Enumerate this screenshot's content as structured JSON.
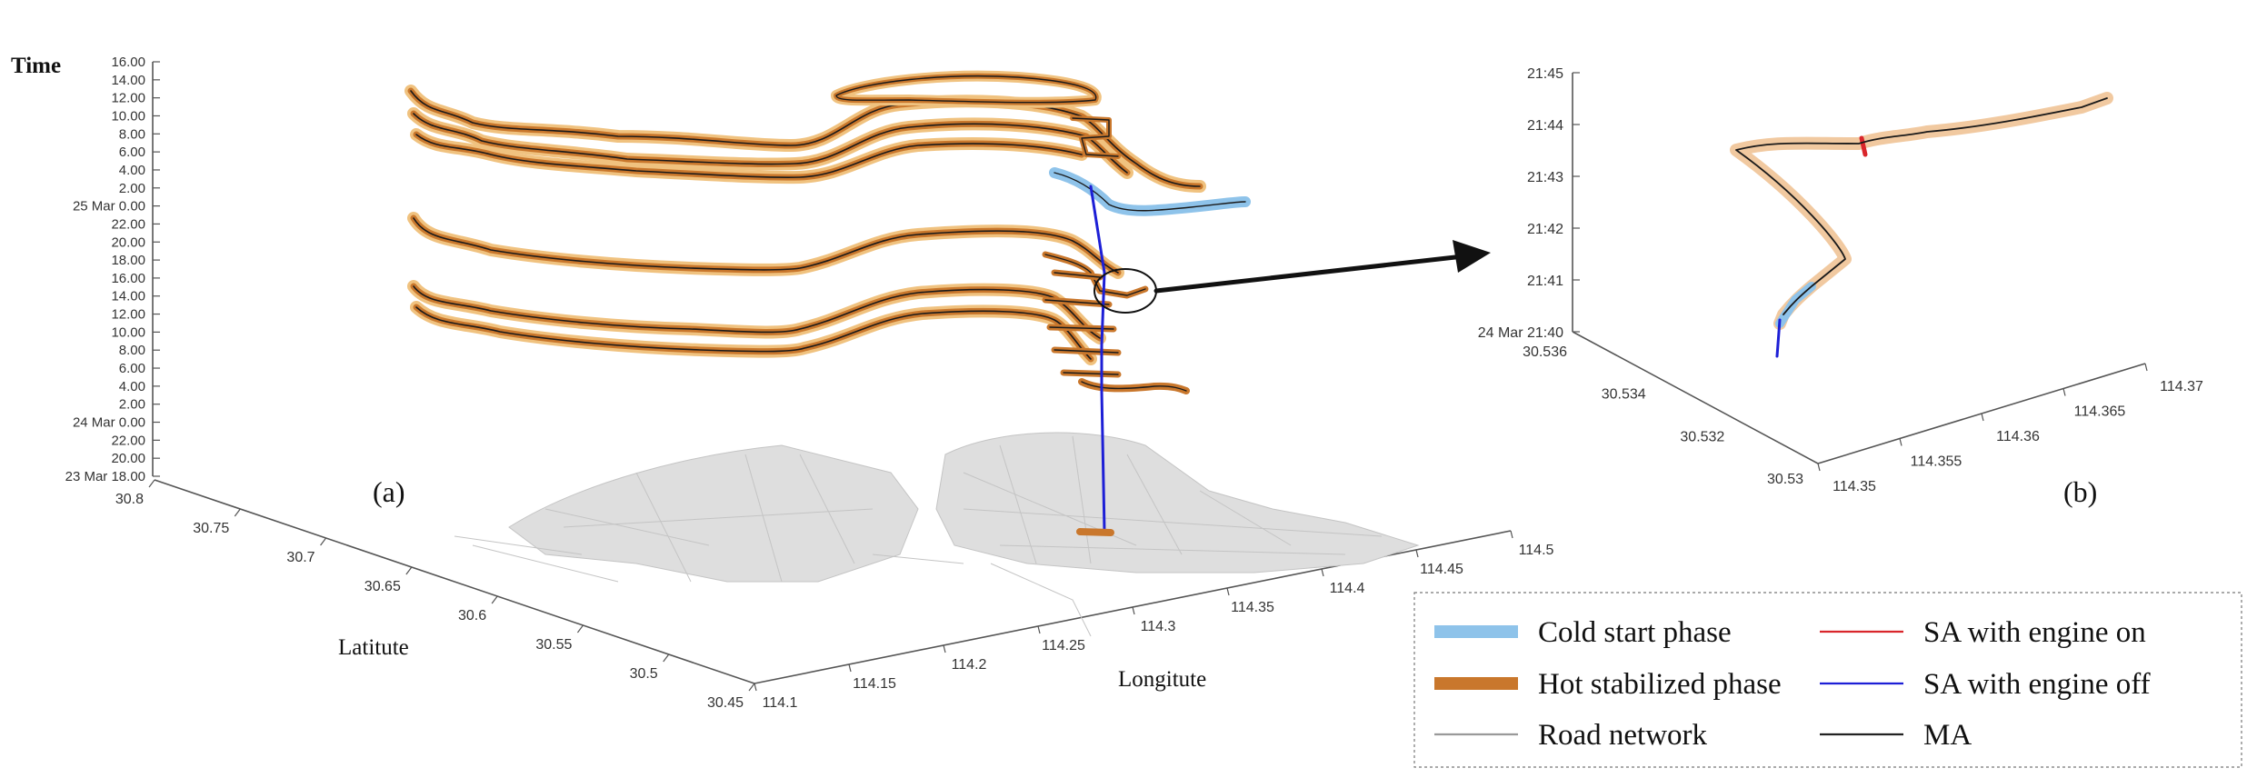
{
  "panel_a": {
    "label": "(a)",
    "z_title": "Time",
    "z_ticks": [
      "16.00",
      "14.00",
      "12.00",
      "10.00",
      "8.00",
      "6.00",
      "4.00",
      "2.00",
      "25 Mar 0.00",
      "22.00",
      "20.00",
      "18.00",
      "16.00",
      "14.00",
      "12.00",
      "10.00",
      "8.00",
      "6.00",
      "4.00",
      "2.00",
      "24 Mar 0.00",
      "22.00",
      "20.00",
      "23 Mar 18.00"
    ],
    "lat_label": "Latitute",
    "lat_ticks": [
      "30.8",
      "30.75",
      "30.7",
      "30.65",
      "30.6",
      "30.55",
      "30.5",
      "30.45"
    ],
    "lon_label": "Longitute",
    "lon_ticks": [
      "114.1",
      "114.15",
      "114.2",
      "114.25",
      "114.3",
      "114.35",
      "114.4",
      "114.45",
      "114.5"
    ]
  },
  "panel_b": {
    "label": "(b)",
    "z_ticks": [
      "21:45",
      "21:44",
      "21:43",
      "21:42",
      "21:41",
      "24 Mar 21:40"
    ],
    "lat_ticks": [
      "30.536",
      "30.534",
      "30.532",
      "30.53"
    ],
    "lon_ticks": [
      "114.35",
      "114.355",
      "114.36",
      "114.365",
      "114.37"
    ]
  },
  "legend": {
    "items": [
      {
        "label": "Cold start phase",
        "color": "#8ec3ea",
        "style": "thick"
      },
      {
        "label": "SA with engine on",
        "color": "#d9262b",
        "style": "thin"
      },
      {
        "label": "Hot stabilized phase",
        "color": "#c9772c",
        "style": "thick"
      },
      {
        "label": "SA with engine off",
        "color": "#1d1fd6",
        "style": "thin"
      },
      {
        "label": "Road network",
        "color": "#999999",
        "style": "thin"
      },
      {
        "label": "MA",
        "color": "#222222",
        "style": "thin"
      }
    ]
  },
  "colors": {
    "cold": "#8ec3ea",
    "hot": "#c9772c",
    "hot_glow": "#f0c27f",
    "sa_on": "#d9262b",
    "sa_off": "#1d1fd6",
    "road": "#bdbdbd",
    "ma": "#1a1a1a"
  }
}
